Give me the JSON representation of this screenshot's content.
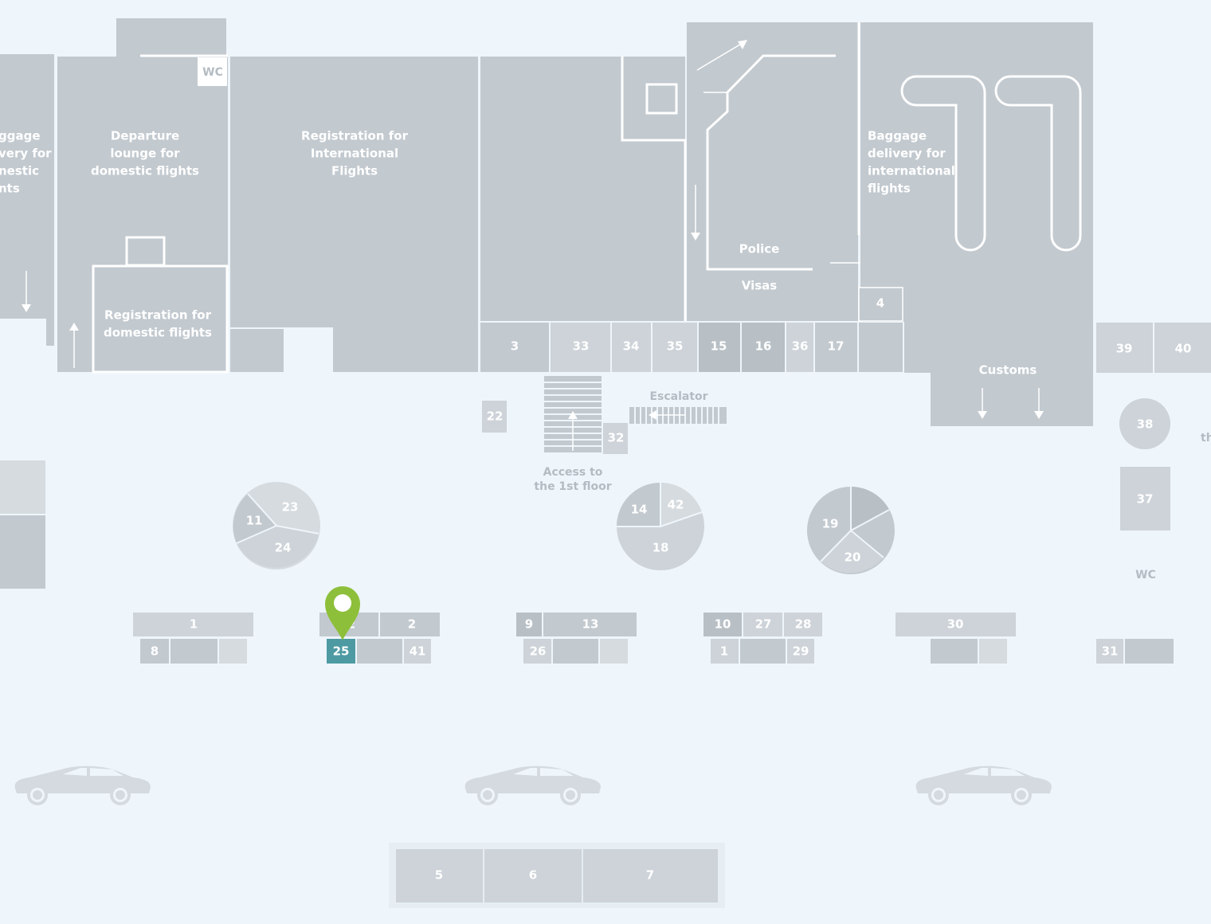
{
  "zones": {
    "baggage_domestic": [
      "ggage",
      "very for",
      "nestic",
      "nts"
    ],
    "departure_lounge": [
      "Departure",
      "lounge for",
      "domestic flights"
    ],
    "wc_top": "WC",
    "registration_international": [
      "Registration for",
      "International",
      "Flights"
    ],
    "registration_domestic": [
      "Registration for",
      "domestic flights"
    ],
    "baggage_international": [
      "Baggage",
      "delivery for",
      "international",
      "flights"
    ],
    "police": "Police",
    "visas": "Visas",
    "customs": "Customs",
    "escalator": "Escalator",
    "access": [
      "Access to",
      "the 1st floor"
    ],
    "wc_right": "WC",
    "edge_right": "th"
  },
  "units": {
    "u3": "3",
    "u33": "33",
    "u34": "34",
    "u35": "35",
    "u15": "15",
    "u16": "16",
    "u36": "36",
    "u17": "17",
    "u4": "4",
    "u39": "39",
    "u40": "40",
    "u22": "22",
    "u32": "32",
    "u38": "38",
    "u37": "37",
    "u11": "11",
    "u23": "23",
    "u24": "24",
    "u14": "14",
    "u42": "42",
    "u18": "18",
    "u19": "19",
    "u20": "20",
    "u1a": "1",
    "u8": "8",
    "u12": "2",
    "u2": "2",
    "u25": "25",
    "u41": "41",
    "u9": "9",
    "u13": "13",
    "u26": "26",
    "u10": "10",
    "u27": "27",
    "u28": "28",
    "u1b": "1",
    "u29": "29",
    "u30": "30",
    "u31": "31",
    "u5": "5",
    "u6": "6",
    "u7": "7"
  },
  "selected_unit": "25",
  "colors": {
    "background": "#eef6fb",
    "building": "#c2c9cf",
    "selected": "#4e9aa3",
    "marker": "#8dbf3a"
  },
  "icons": [
    "location-pin-icon",
    "car-icon"
  ]
}
